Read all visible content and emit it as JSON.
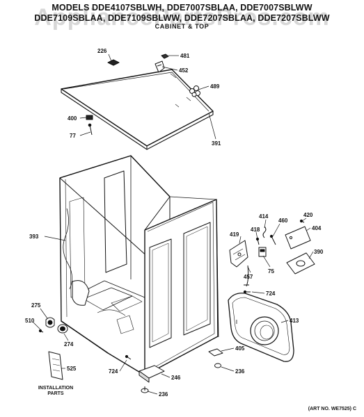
{
  "header": {
    "line1": "MODELS DDE4107SBLWH, DDE7007SBLAA, DDE7007SBLWW",
    "line2": "DDE7109SBLAA, DDE7109SBLWW, DDE7207SBLAA, DDE7207SBLWW",
    "section": "CABINET & TOP"
  },
  "watermark": "AppliancePartsPros.com",
  "parts": [
    {
      "num": "226"
    },
    {
      "num": "481"
    },
    {
      "num": "452"
    },
    {
      "num": "489"
    },
    {
      "num": "400"
    },
    {
      "num": "77"
    },
    {
      "num": "391"
    },
    {
      "num": "393"
    },
    {
      "num": "414"
    },
    {
      "num": "420"
    },
    {
      "num": "460"
    },
    {
      "num": "404"
    },
    {
      "num": "419"
    },
    {
      "num": "418"
    },
    {
      "num": "390"
    },
    {
      "num": "75"
    },
    {
      "num": "457"
    },
    {
      "num": "724"
    },
    {
      "num": "275"
    },
    {
      "num": "413"
    },
    {
      "num": "510"
    },
    {
      "num": "274"
    },
    {
      "num": "405"
    },
    {
      "num": "525"
    },
    {
      "num": "724"
    },
    {
      "num": "236"
    },
    {
      "num": "246"
    },
    {
      "num": "236"
    }
  ],
  "installation_label": "INSTALLATION",
  "parts_label": "PARTS",
  "art_no": "(ART NO. WE7525) C",
  "colors": {
    "line": "#111111",
    "watermark": "#969696"
  }
}
